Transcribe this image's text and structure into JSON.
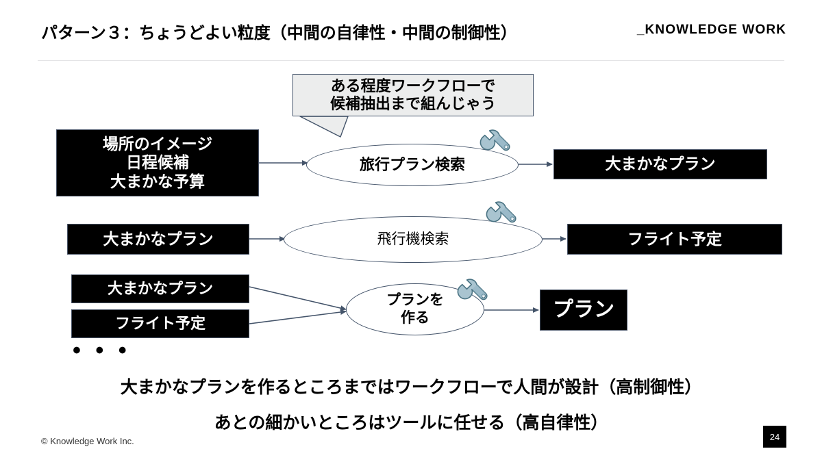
{
  "header": {
    "title": "パターン３：ちょうどよい粒度（中間の自律性・中間の制御性）",
    "logo": "_KNOWLEDGE WORK"
  },
  "callout": {
    "text": "ある程度ワークフローで\n候補抽出まで組んじゃう"
  },
  "flow": {
    "rows": [
      {
        "input": "場所のイメージ\n日程候補\n大まかな予算",
        "process": "旅行プラン検索",
        "tool_icon": "wrench-icon",
        "output": "大まかなプラン"
      },
      {
        "input": "大まかなプラン",
        "process": "飛行機検索",
        "tool_icon": "wrench-icon",
        "output": "フライト予定"
      },
      {
        "input_a": "大まかなプラン",
        "input_b": "フライト予定",
        "process": "プランを\n作る",
        "tool_icon": "wrench-icon",
        "output": "プラン"
      }
    ],
    "continuation": "• • •"
  },
  "summary": {
    "line1": "大まかなプランを作るところまではワークフローで人間が設計（高制御性）",
    "line2": "あとの細かいところはツールに任せる（高自律性）"
  },
  "footer": {
    "copyright": "© Knowledge Work Inc.",
    "page_number": "24"
  },
  "colors": {
    "box_fill": "#000000",
    "box_text": "#ffffff",
    "connector": "#44546a",
    "callout_fill": "#eceded",
    "wrench_light": "#a9c4d0",
    "wrench_dark": "#5b8494",
    "rule": "#e3e3e5"
  }
}
